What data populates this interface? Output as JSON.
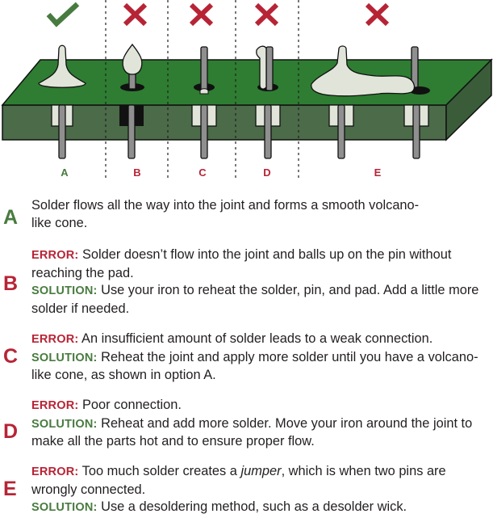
{
  "colors": {
    "correct": "#487b3f",
    "error": "#b72436",
    "board_top": "#2e7d32",
    "board_front": "#4b6b49",
    "solder": "#e1e4d9",
    "pin": "#8f8f8f",
    "text": "#231f20"
  },
  "diagram": {
    "columns": [
      {
        "letter": "A",
        "mark": "check-icon"
      },
      {
        "letter": "B",
        "mark": "x-icon"
      },
      {
        "letter": "C",
        "mark": "x-icon"
      },
      {
        "letter": "D",
        "mark": "x-icon"
      },
      {
        "letter": "E",
        "mark": "x-icon"
      }
    ]
  },
  "entries": [
    {
      "letter": "A",
      "text": "Solder flows all the way into the joint and forms a smooth volcano-like cone."
    },
    {
      "letter": "B",
      "error_label": "ERROR:",
      "error_text": " Solder doesn’t flow into the joint and balls up on the pin without reaching the pad.",
      "solution_label": "SOLUTION:",
      "solution_text": " Use your iron to reheat the solder, pin, and pad. Add a little more solder if needed."
    },
    {
      "letter": "C",
      "error_label": "ERROR:",
      "error_text": " An insufficient amount of solder leads to a weak connection.",
      "solution_label": "SOLUTION:",
      "solution_text": " Reheat the joint and apply more solder until you have a volcano-like cone, as shown in option A."
    },
    {
      "letter": "D",
      "error_label": "ERROR:",
      "error_text": " Poor connection.",
      "solution_label": "SOLUTION:",
      "solution_text": " Reheat and add more solder. Move your iron around the joint to make all the parts hot and to ensure proper flow."
    },
    {
      "letter": "E",
      "error_label": "ERROR:",
      "error_text_before": " Too much solder creates a ",
      "error_text_italic": "jumper",
      "error_text_after": ", which is when two pins are wrongly connected.",
      "solution_label": "SOLUTION:",
      "solution_text": " Use a desoldering method, such as a desolder wick."
    }
  ]
}
